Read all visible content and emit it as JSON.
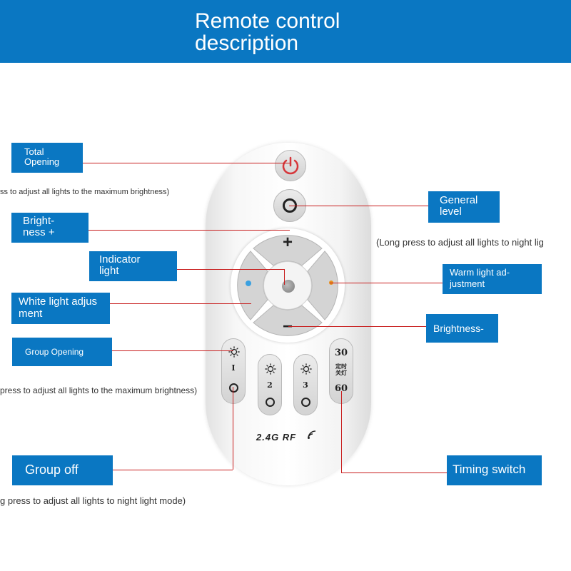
{
  "header": {
    "title": "Remote control\ndescription"
  },
  "labels": {
    "total_opening": "Total\nOpening",
    "general_level": "General\nlevel",
    "brightness_plus": "Bright-\nness +",
    "indicator_light": "Indicator\nlight",
    "warm_light": "Warm light ad-\njustment",
    "white_light": "White light adjus\nment",
    "brightness_minus": "Brightness-",
    "group_opening": "Group Opening",
    "group_off": "Group off",
    "timing_switch": "Timing switch"
  },
  "notes": {
    "total_opening_note": "ss to adjust all lights to the maximum brightness)",
    "general_level_note": "(Long press to adjust all lights to night lig",
    "group_opening_note": "press to adjust all lights to the maximum brightness)",
    "group_off_note": "g press to adjust all lights to night light mode)"
  },
  "remote": {
    "plus_symbol": "+",
    "minus_symbol": "−",
    "group_1": "I",
    "group_2": "2",
    "group_3": "3",
    "timer_top": "30",
    "timer_chars": "定时\n关灯",
    "timer_bottom": "60",
    "rf_text": "2.4G RF"
  },
  "icons": {
    "power": "power-icon",
    "circle": "circle-icon",
    "sun": "sun-icon",
    "wifi": "signal-icon"
  },
  "colors": {
    "header_blue": "#0a77c2",
    "leader_red": "#c81e1e",
    "power_red": "#d6363a",
    "white_dot": "#3aa0e0",
    "warm_dot": "#e8921e"
  }
}
